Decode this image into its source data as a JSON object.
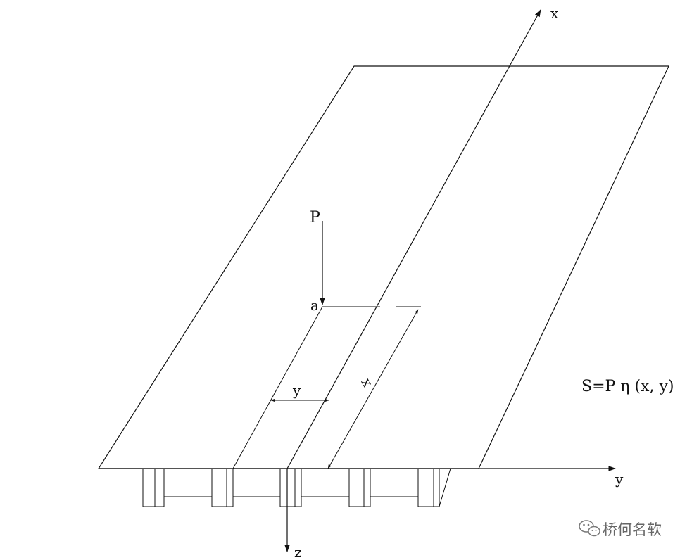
{
  "labels": {
    "x_axis": "x",
    "y_axis": "y",
    "z_axis": "z",
    "load": "P",
    "point": "a",
    "dim_y": "y",
    "dim_x": "x",
    "formula": "S=P η (x, y)"
  },
  "watermark": {
    "icon": "wechat-icon",
    "text": "桥何名软"
  },
  "colors": {
    "line": "#111111",
    "watermark": "#666666"
  }
}
